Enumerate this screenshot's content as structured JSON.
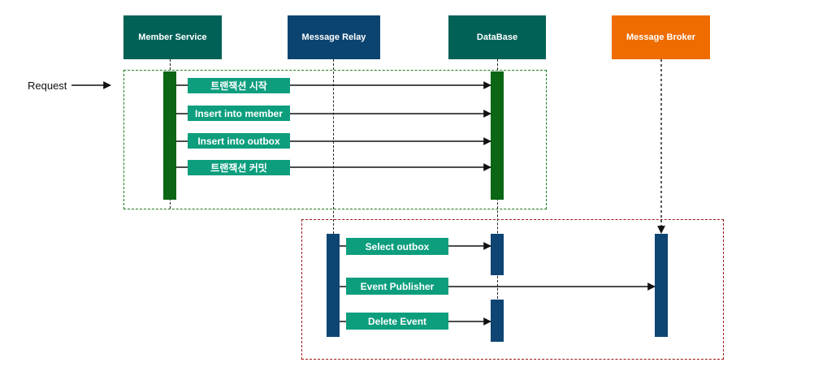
{
  "actors": {
    "member_service": "Member Service",
    "message_relay": "Message Relay",
    "database": "DataBase",
    "message_broker": "Message Broker"
  },
  "request_label": "Request",
  "transaction_messages": {
    "start": "트랜잭션 시작",
    "insert_member": "Insert into member",
    "insert_outbox": "Insert into outbox",
    "commit": "트랜잭션 커밋"
  },
  "relay_messages": {
    "select_outbox": "Select outbox",
    "event_publisher": "Event Publisher",
    "delete_event": "Delete Event"
  },
  "colors": {
    "member_service": "#026157",
    "message_relay": "#0b4470",
    "database": "#026157",
    "message_broker": "#ef6c00",
    "transaction_frame": "#1e7b1e",
    "relay_frame": "#a01616",
    "message_label": "#0d9e7e"
  }
}
